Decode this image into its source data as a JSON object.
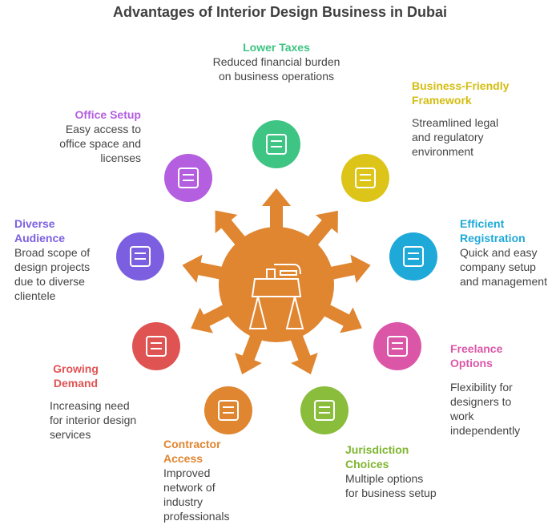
{
  "title": "Advantages of Interior Design Business in Dubai",
  "center": {
    "icon": "desk-icon",
    "color": "#e08530"
  },
  "items": [
    {
      "key": "lower-taxes",
      "title": "Lower Taxes",
      "desc": "Reduced financial burden on business operations",
      "color": "#3ec483",
      "icon": "declining-coins-icon"
    },
    {
      "key": "business-friendly",
      "title": "Business-Friendly Framework",
      "desc": "Streamlined legal and regulatory environment",
      "color": "#dcc518",
      "icon": "handshake-icon"
    },
    {
      "key": "efficient-registration",
      "title": "Efficient Registration",
      "desc": "Quick and easy company setup and management",
      "color": "#1fa9d8",
      "icon": "checklist-icon"
    },
    {
      "key": "freelance",
      "title": "Freelance Options",
      "desc": "Flexibility for designers to work independently",
      "color": "#dc56a8",
      "icon": "home-laptop-icon"
    },
    {
      "key": "jurisdiction",
      "title": "Jurisdiction Choices",
      "desc": "Multiple options for business setup",
      "color": "#8abd3c",
      "icon": "globe-icon"
    },
    {
      "key": "contractor",
      "title": "Contractor Access",
      "desc": "Improved network of industry professionals",
      "color": "#e08530",
      "icon": "worker-network-icon"
    },
    {
      "key": "growing-demand",
      "title": "Growing Demand",
      "desc": "Increasing need for interior design services",
      "color": "#e05353",
      "icon": "bar-chart-up-icon"
    },
    {
      "key": "diverse-audience",
      "title": "Diverse Audience",
      "desc": "Broad scope of design projects due to diverse clientele",
      "color": "#7b5fe0",
      "icon": "people-group-icon"
    },
    {
      "key": "office-setup",
      "title": "Office Setup",
      "desc": "Easy access to office space and licenses",
      "color": "#b45ee0",
      "icon": "building-key-icon"
    }
  ]
}
